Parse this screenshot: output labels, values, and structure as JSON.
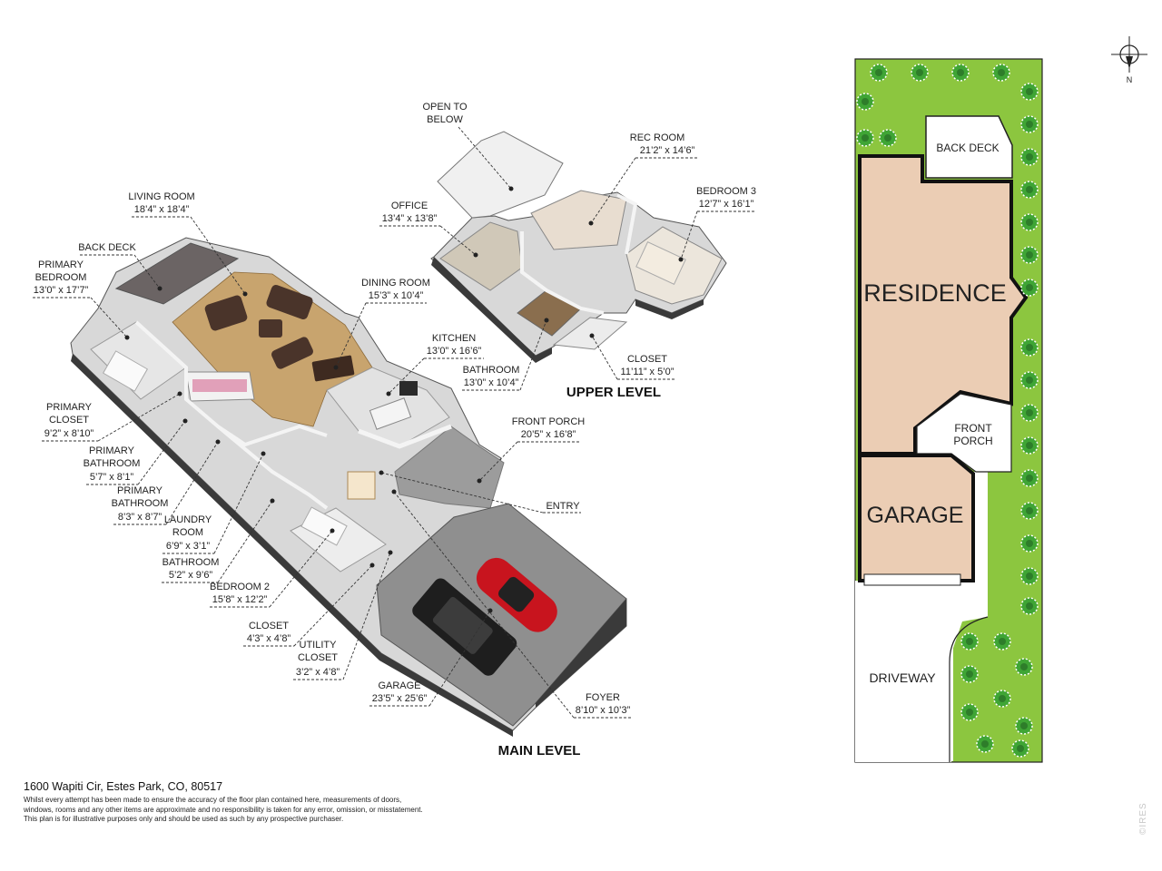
{
  "levels": {
    "upper": "UPPER LEVEL",
    "main": "MAIN LEVEL"
  },
  "rooms": {
    "open_below": {
      "name1": "OPEN TO",
      "name2": "BELOW"
    },
    "rec_room": {
      "name": "REC ROOM",
      "dims": "21’2” x 14’6”"
    },
    "bedroom3": {
      "name": "BEDROOM 3",
      "dims": "12’7” x 16’1”"
    },
    "office": {
      "name": "OFFICE",
      "dims": "13’4” x 13’8”"
    },
    "closet_upper": {
      "name": "CLOSET",
      "dims": "11’11” x 5’0”"
    },
    "bathroom_upper": {
      "name": "BATHROOM",
      "dims": "13’0” x 10’4”"
    },
    "living_room": {
      "name": "LIVING ROOM",
      "dims": "18’4” x 18’4”"
    },
    "back_deck": {
      "name": "BACK DECK"
    },
    "primary_bedroom": {
      "name1": "PRIMARY",
      "name2": "BEDROOM",
      "dims": "13’0” x 17’7”"
    },
    "dining_room": {
      "name": "DINING ROOM",
      "dims": "15’3” x 10’4”"
    },
    "kitchen": {
      "name": "KITCHEN",
      "dims": "13’0” x 16’6”"
    },
    "front_porch": {
      "name": "FRONT PORCH",
      "dims": "20’5” x 16’8”"
    },
    "primary_closet": {
      "name1": "PRIMARY",
      "name2": "CLOSET",
      "dims": "9’2” x 8’10”"
    },
    "primary_bath1": {
      "name1": "PRIMARY",
      "name2": "BATHROOM",
      "dims": "5’7” x 8’1”"
    },
    "primary_bath2": {
      "name1": "PRIMARY",
      "name2": "BATHROOM",
      "dims": "8’3” x 8’7”"
    },
    "laundry": {
      "name1": "LAUNDRY",
      "name2": "ROOM",
      "dims": "6’9” x 3’1”"
    },
    "bathroom_main": {
      "name": "BATHROOM",
      "dims": "5’2” x 9’6”"
    },
    "bedroom2": {
      "name": "BEDROOM 2",
      "dims": "15’8” x 12’2”"
    },
    "closet_main": {
      "name": "CLOSET",
      "dims": "4’3” x 4’8”"
    },
    "utility_closet": {
      "name1": "UTILITY",
      "name2": "CLOSET",
      "dims": "3’2” x 4’8”"
    },
    "garage": {
      "name": "GARAGE",
      "dims": "23’5” x 25’6”"
    },
    "foyer": {
      "name": "FOYER",
      "dims": "8’10” x 10’3”"
    },
    "entry": {
      "name": "ENTRY"
    }
  },
  "site_plan": {
    "north": "N",
    "back_deck": "BACK DECK",
    "residence": "RESIDENCE",
    "front_porch1": "FRONT",
    "front_porch2": "PORCH",
    "garage": "GARAGE",
    "driveway": "DRIVEWAY",
    "colors": {
      "lawn": "#8cc63f",
      "building": "#ebcdb4",
      "tree": "#3fa535"
    }
  },
  "footer": {
    "address": "1600 Wapiti Cir, Estes Park, CO, 80517",
    "disclaimer1": "Whilst every attempt has been made to ensure the accuracy of the floor plan contained here, measurements of doors,",
    "disclaimer2": "windows, rooms and any other items are approximate and no responsibility is taken for any error, omission, or misstatement.",
    "disclaimer3": "This plan is for illustrative purposes only and should be used as such by any prospective purchaser."
  },
  "watermark": "©IRES"
}
